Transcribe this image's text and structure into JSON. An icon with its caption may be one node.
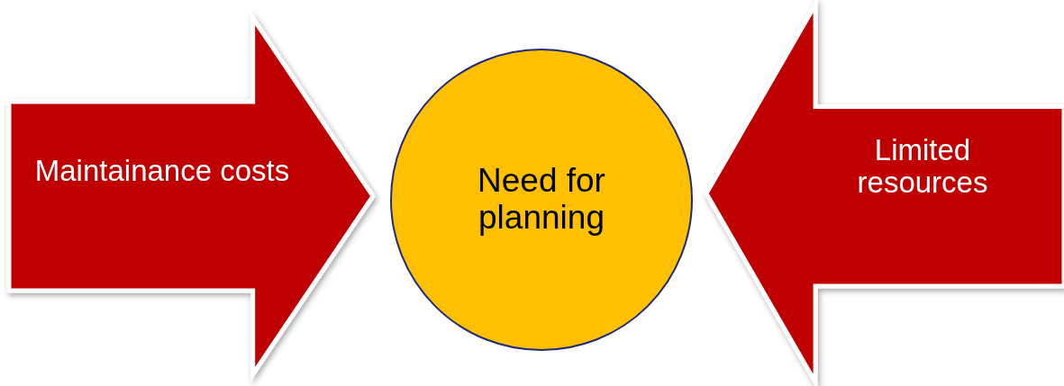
{
  "diagram": {
    "nodes": [
      {
        "text": [
          "Maintainance costs"
        ]
      },
      {
        "text": [
          "Need for planning"
        ]
      },
      {
        "text": [
          "Limited resources"
        ]
      }
    ]
  }
}
